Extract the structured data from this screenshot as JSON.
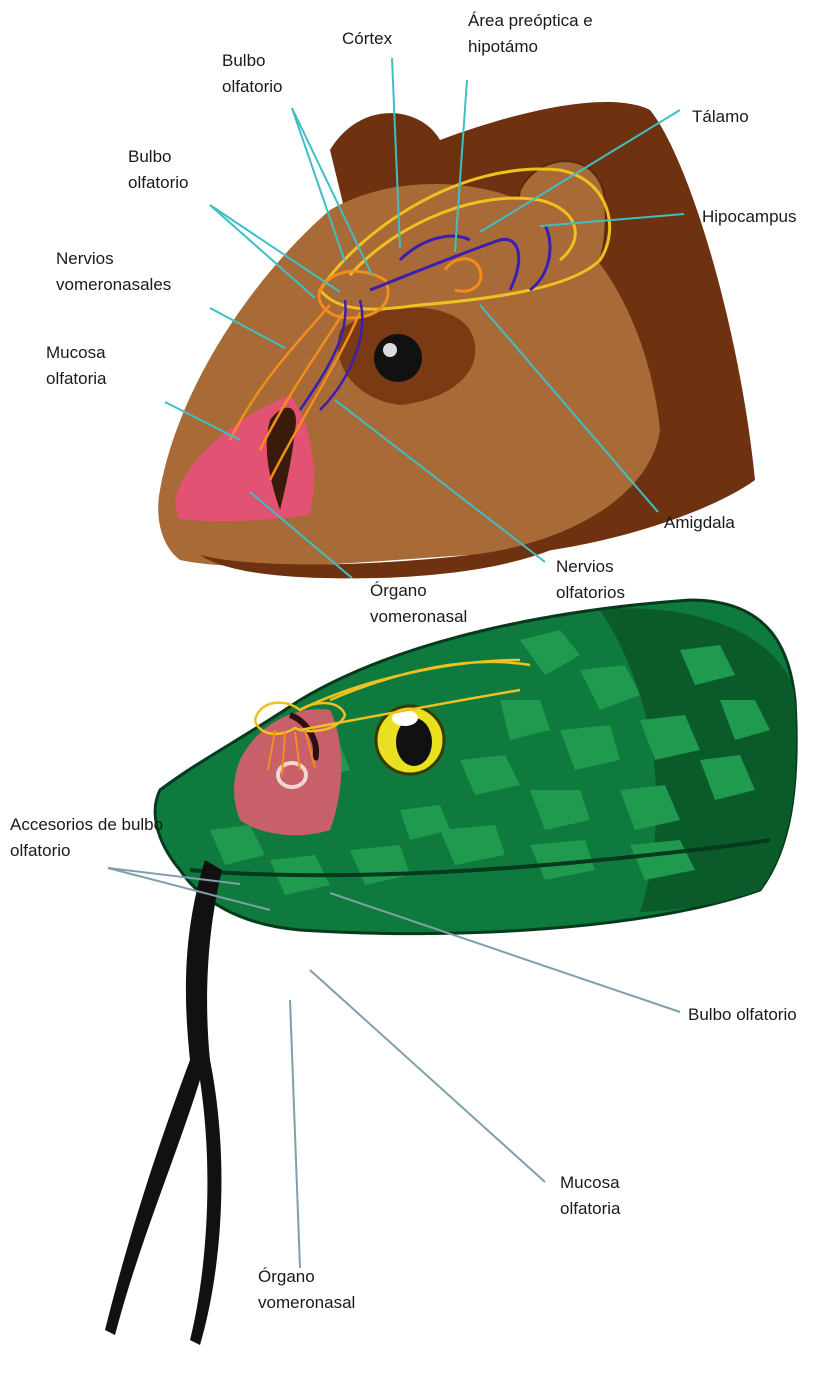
{
  "mammal_labels": {
    "bulbo_olfatorio_top": [
      "Bulbo",
      "olfatorio"
    ],
    "cortex": "Córtex",
    "area_preoptica": [
      "Área preóptica e",
      "hipotámo"
    ],
    "talamo": "Tálamo",
    "bulbo_olfatorio_accessory": [
      "Bulbo",
      "olfatorio"
    ],
    "hipocampus": "Hipocampus",
    "nervios_vomeronasales": [
      "Nervios",
      "vomeronasales"
    ],
    "mucosa_olfatoria": [
      "Mucosa",
      "olfatoria"
    ],
    "amigdala": "Amigdala",
    "nervios_olfatorios": [
      "Nervios",
      "olfatorios"
    ],
    "organo_vomeronasal": [
      "Órgano",
      "vomeronasal"
    ]
  },
  "snake_labels": {
    "accesorios_bulbo": [
      "Accesorios de bulbo",
      "olfatorio"
    ],
    "bulbo_olfatorio": "Bulbo olfatorio",
    "mucosa_olfatoria": [
      "Mucosa",
      "olfatoria"
    ],
    "organo_vomeronasal": [
      "Órgano",
      "vomeronasal"
    ]
  },
  "colors": {
    "mammal_fur": "#8b4a1e",
    "mammal_face": "#a86a36",
    "snake_skin": "#0f7a3e",
    "snake_dark": "#0a5a2a",
    "nerve_orange": "#f28c1c",
    "nerve_yellow": "#f0c020",
    "nerve_blue": "#3b1fb0",
    "leader_cyan": "#3fbfc4",
    "mucosa_pink": "#e8507a"
  }
}
